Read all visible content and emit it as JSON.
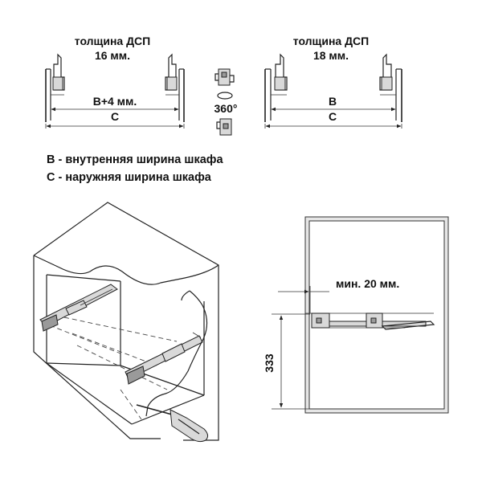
{
  "top_left": {
    "title_line1": "толщина ДСП",
    "title_line2": "16 мм.",
    "inner_dim": "B+4 мм.",
    "outer_dim": "C"
  },
  "center": {
    "rotation": "360°"
  },
  "top_right": {
    "title_line1": "толщина ДСП",
    "title_line2": "18 мм.",
    "inner_dim": "B",
    "outer_dim": "C"
  },
  "legend": {
    "line1": "B - внутренняя ширина шкафа",
    "line2": "C - наружняя ширина шкафа"
  },
  "side_view": {
    "min_offset": "мин. 20 мм.",
    "height": "333"
  }
}
